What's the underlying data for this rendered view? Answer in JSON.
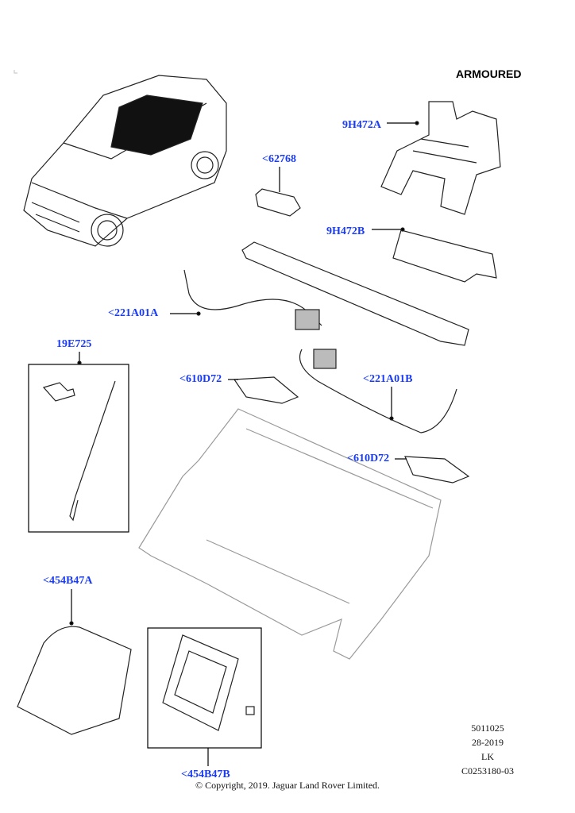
{
  "title": "ARMOURED",
  "labels": {
    "p9H472A": "9H472A",
    "p62768": "<62768",
    "p9H472B": "9H472B",
    "p221A01A": "<221A01A",
    "p19E725": "19E725",
    "p610D72_left": "<610D72",
    "p221A01B": "<221A01B",
    "p610D72_right": "<610D72",
    "p454B47A": "<454B47A",
    "p454B47B": "<454B47B"
  },
  "meta": {
    "line1": "5011025",
    "line2": "28-2019",
    "line3": "LK",
    "line4": "C0253180-03"
  },
  "copyright": "© Copyright, 2019. Jaguar Land Rover Limited.",
  "colors": {
    "label": "#1a3cf5",
    "line": "#000000"
  }
}
